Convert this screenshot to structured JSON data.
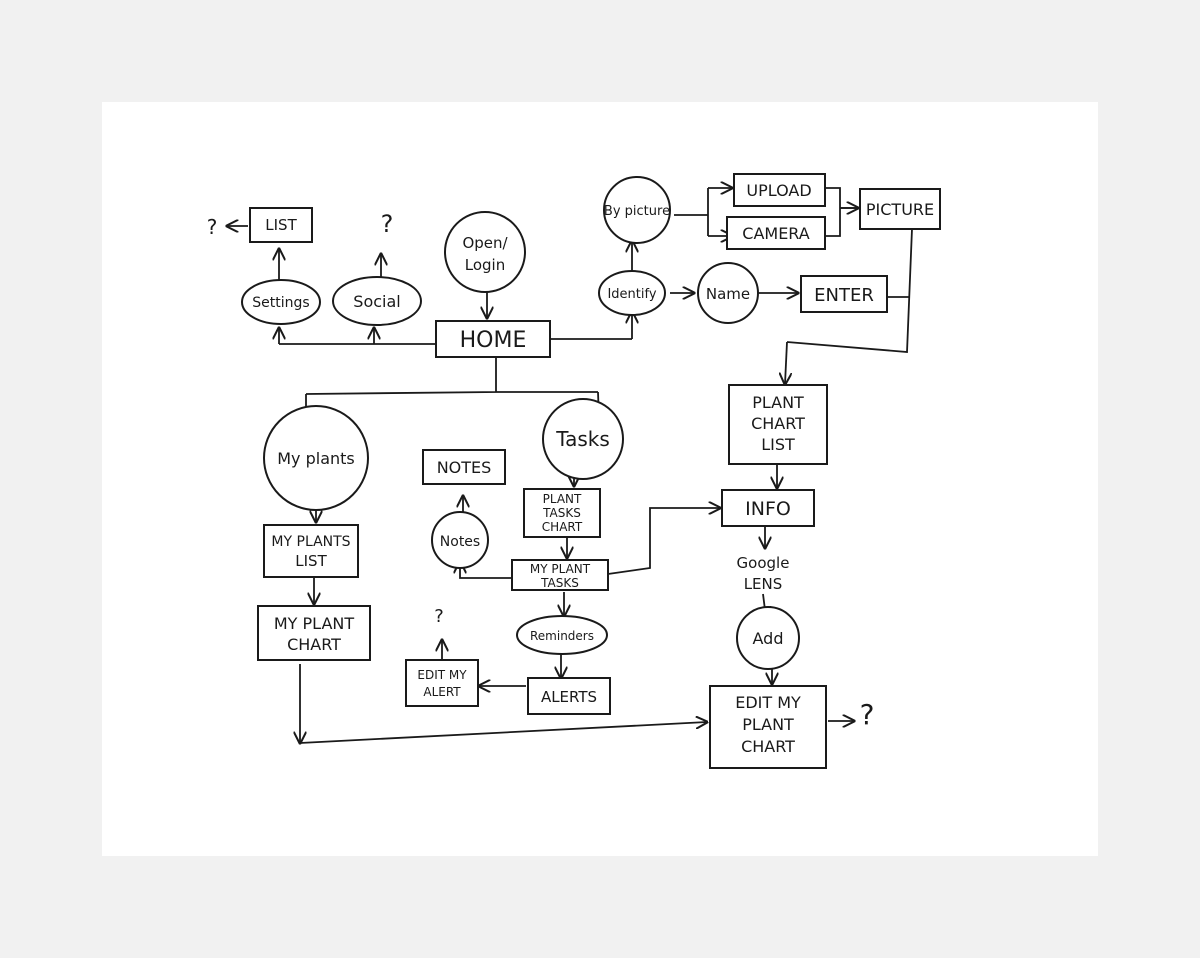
{
  "nodes": {
    "list": "LIST",
    "settings": "Settings",
    "social": "Social",
    "open_login": [
      "Open/",
      "Login"
    ],
    "home": "HOME",
    "by_picture": "By picture",
    "upload": "UPLOAD",
    "camera": "CAMERA",
    "picture": "PICTURE",
    "identify": "Identify",
    "name": "Name",
    "enter": "ENTER",
    "my_plants": "My plants",
    "tasks": "Tasks",
    "notes_box": "NOTES",
    "notes_circle": "Notes",
    "plant_tasks_chart": [
      "PLANT",
      "TASKS",
      "CHART"
    ],
    "my_plant_tasks": [
      "MY PLANT",
      "TASKS"
    ],
    "my_plants_list": [
      "MY PLANTS",
      "LIST"
    ],
    "my_plant_chart": [
      "MY PLANT",
      "CHART"
    ],
    "reminders": "Reminders",
    "alerts": "ALERTS",
    "edit_my_alert": [
      "EDIT MY",
      "ALERT"
    ],
    "plant_chart_list": [
      "PLANT",
      "CHART",
      "LIST"
    ],
    "info": "INFO",
    "google_lens": [
      "Google",
      "LENS"
    ],
    "add": "Add",
    "edit_my_plant_chart": [
      "EDIT MY",
      "PLANT",
      "CHART"
    ]
  },
  "unknown_marks": {
    "list_left": "?",
    "social_top": "?",
    "edit_alert_top": "?",
    "edit_chart_right": "?"
  }
}
